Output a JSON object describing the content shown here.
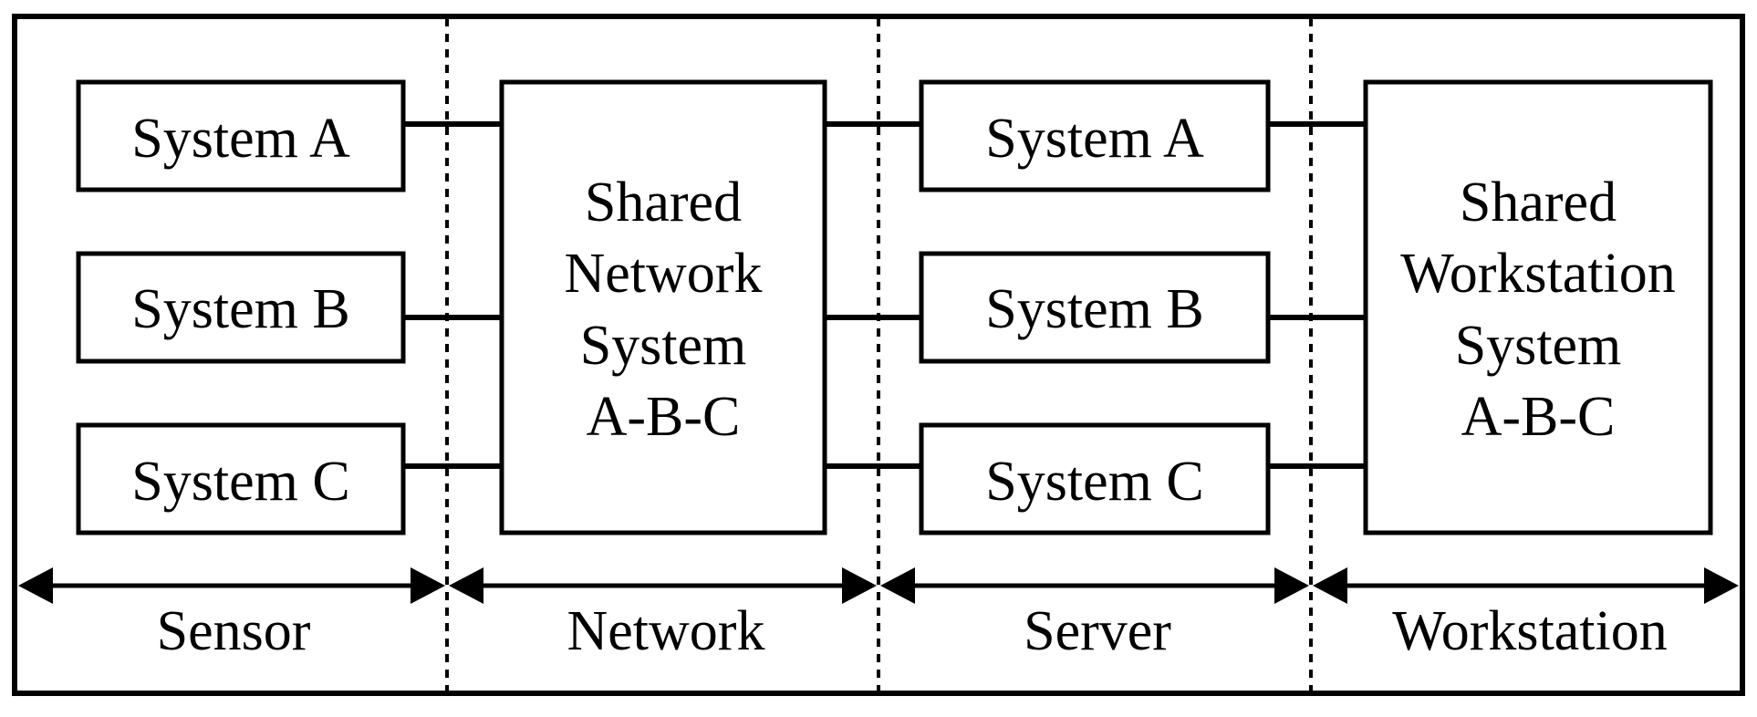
{
  "diagram": {
    "sensor_systems": [
      "System A",
      "System B",
      "System C"
    ],
    "shared_network": [
      "Shared",
      "Network",
      "System",
      "A-B-C"
    ],
    "server_systems": [
      "System A",
      "System B",
      "System C"
    ],
    "shared_workstation": [
      "Shared",
      "Workstation",
      "System",
      "A-B-C"
    ],
    "zones": [
      "Sensor",
      "Network",
      "Server",
      "Workstation"
    ]
  }
}
